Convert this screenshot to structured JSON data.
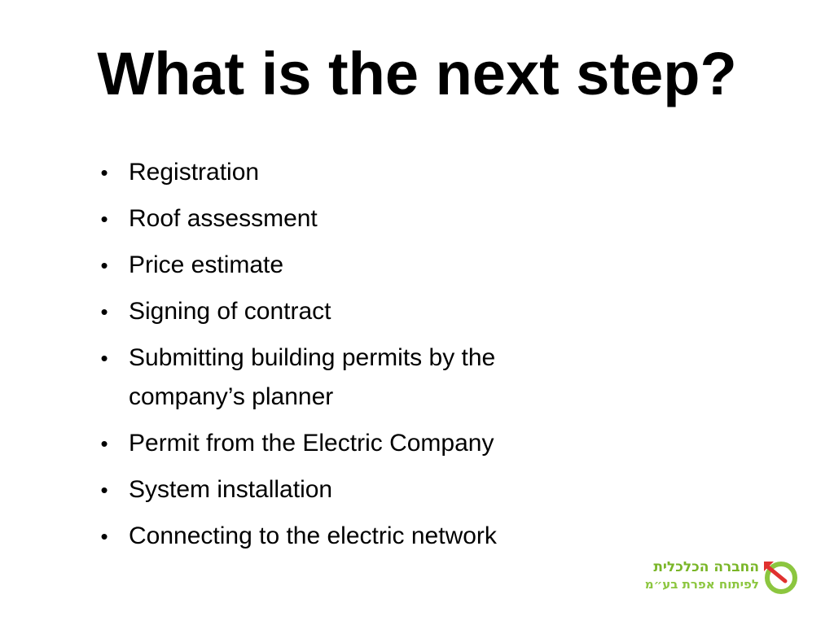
{
  "slide": {
    "title": "What is the next step?",
    "bullets": [
      "Registration",
      "Roof assessment",
      "Price estimate",
      "Signing of contract",
      "Submitting building permits by the company’s planner",
      "Permit from the Electric Company",
      "System installation",
      "Connecting to the electric network"
    ],
    "bullet_glyph": "•"
  },
  "logo": {
    "line1": "החברה הכלכלית",
    "line2": "לפיתוח אפרת בע״מ",
    "colors": {
      "green": "#8cc63f",
      "dark_green": "#7ab628",
      "red": "#e0312f"
    }
  }
}
